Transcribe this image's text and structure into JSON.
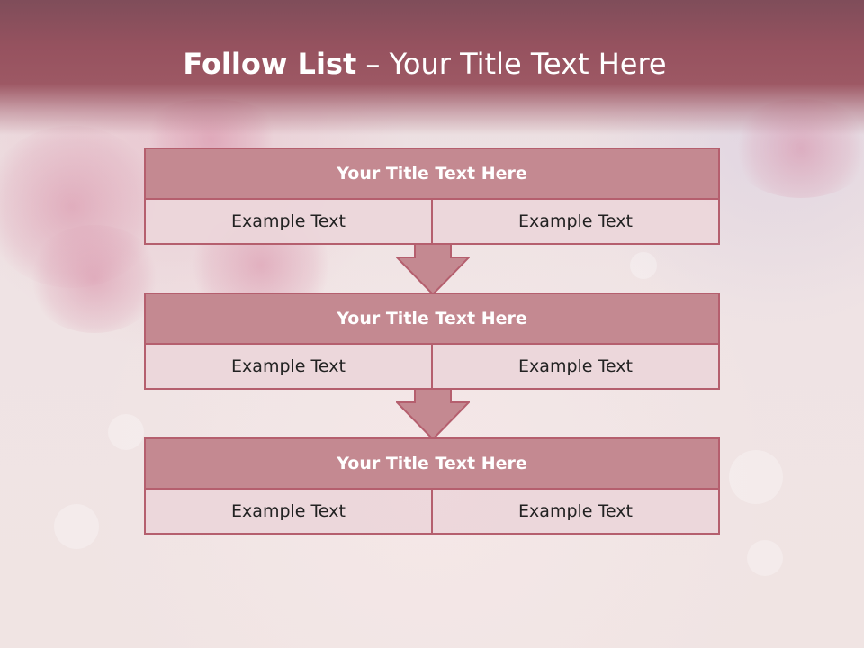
{
  "slide": {
    "title_bold": "Follow List",
    "title_rest": " – Your Title Text Here"
  },
  "steps": [
    {
      "title": "Your Title Text Here",
      "left": "Example Text",
      "right": "Example Text"
    },
    {
      "title": "Your Title Text Here",
      "left": "Example Text",
      "right": "Example Text"
    },
    {
      "title": "Your Title Text Here",
      "left": "Example Text",
      "right": "Example Text"
    }
  ],
  "colors": {
    "header": "#96525f",
    "box_title_fill": "#c48991",
    "box_border": "#b55f6e",
    "box_body_fill": "#ecd6da",
    "arrow_fill": "#c48991"
  }
}
